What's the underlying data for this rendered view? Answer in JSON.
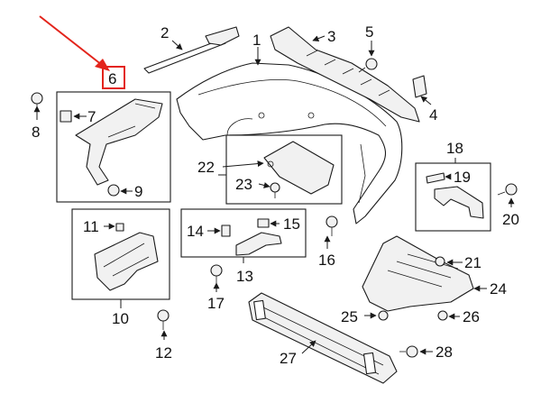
{
  "callouts": {
    "c1": "1",
    "c2": "2",
    "c3": "3",
    "c4": "4",
    "c5": "5",
    "c6": "6",
    "c7": "7",
    "c8": "8",
    "c9": "9",
    "c10": "10",
    "c11": "11",
    "c12": "12",
    "c13": "13",
    "c14": "14",
    "c15": "15",
    "c16": "16",
    "c17": "17",
    "c18": "18",
    "c19": "19",
    "c20": "20",
    "c21": "21",
    "c22": "22",
    "c23": "23",
    "c24": "24",
    "c25": "25",
    "c26": "26",
    "c27": "27",
    "c28": "28"
  },
  "highlight": {
    "callout": "6",
    "color": "#e3241b"
  }
}
